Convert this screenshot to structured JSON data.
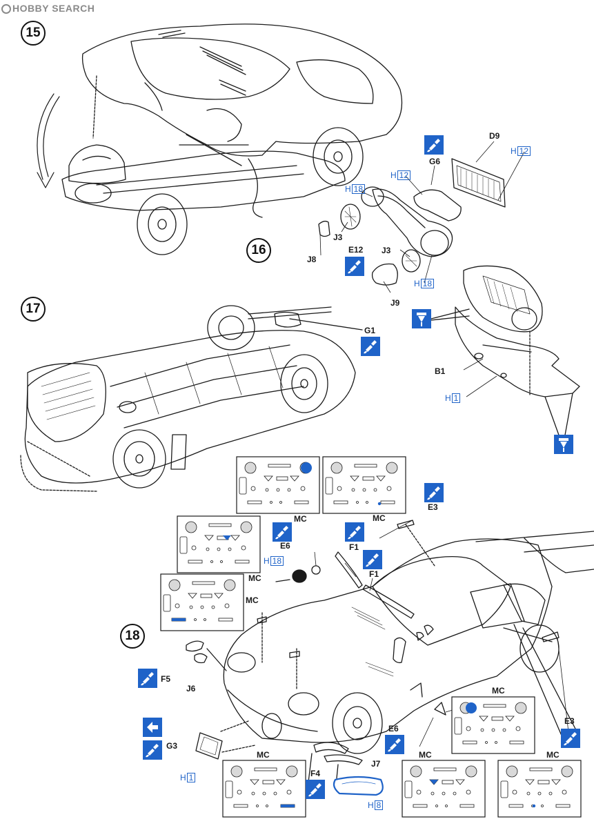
{
  "watermark": {
    "text": "HOBBY SEARCH"
  },
  "steps": [
    {
      "id": "15",
      "label": "15"
    },
    {
      "id": "16",
      "label": "16"
    },
    {
      "id": "17",
      "label": "17"
    },
    {
      "id": "18",
      "label": "18"
    }
  ],
  "part_labels": {
    "d9": "D9",
    "g6": "G6",
    "h18_a_letter": "H",
    "h18_a_num": "18",
    "h12_a_letter": "H",
    "h12_a_num": "12",
    "h12_b_letter": "H",
    "h12_b_num": "12",
    "j3_a": "J3",
    "j8": "J8",
    "e12": "E12",
    "j3_b": "J3",
    "h18_b_letter": "H",
    "h18_b_num": "18",
    "j9": "J9",
    "b1": "B1",
    "h1_a_letter": "H",
    "h1_a_num": "1",
    "g1": "G1",
    "mc_1": "MC",
    "mc_2": "MC",
    "e3_a": "E3",
    "e6_a": "E6",
    "h18_c_letter": "H",
    "h18_c_num": "18",
    "mc_3": "MC",
    "f1_a": "F1",
    "f1_b": "F1",
    "mc_4": "MC",
    "f5": "F5",
    "j6": "J6",
    "mc_5": "MC",
    "e6_b": "E6",
    "e3_b": "E3",
    "g3": "G3",
    "h1_b_letter": "H",
    "h1_b_num": "1",
    "mc_6": "MC",
    "f4": "F4",
    "j7": "J7",
    "h8_letter": "H",
    "h8_num": "8",
    "mc_7": "MC",
    "mc_8": "MC"
  },
  "colors": {
    "accent_blue": "#1f63c8",
    "line": "#1a1a1a",
    "decal_fill": "#d9d9d9"
  },
  "icons": [
    "paint-brush-icon",
    "cement-icon",
    "flip-part-icon"
  ]
}
